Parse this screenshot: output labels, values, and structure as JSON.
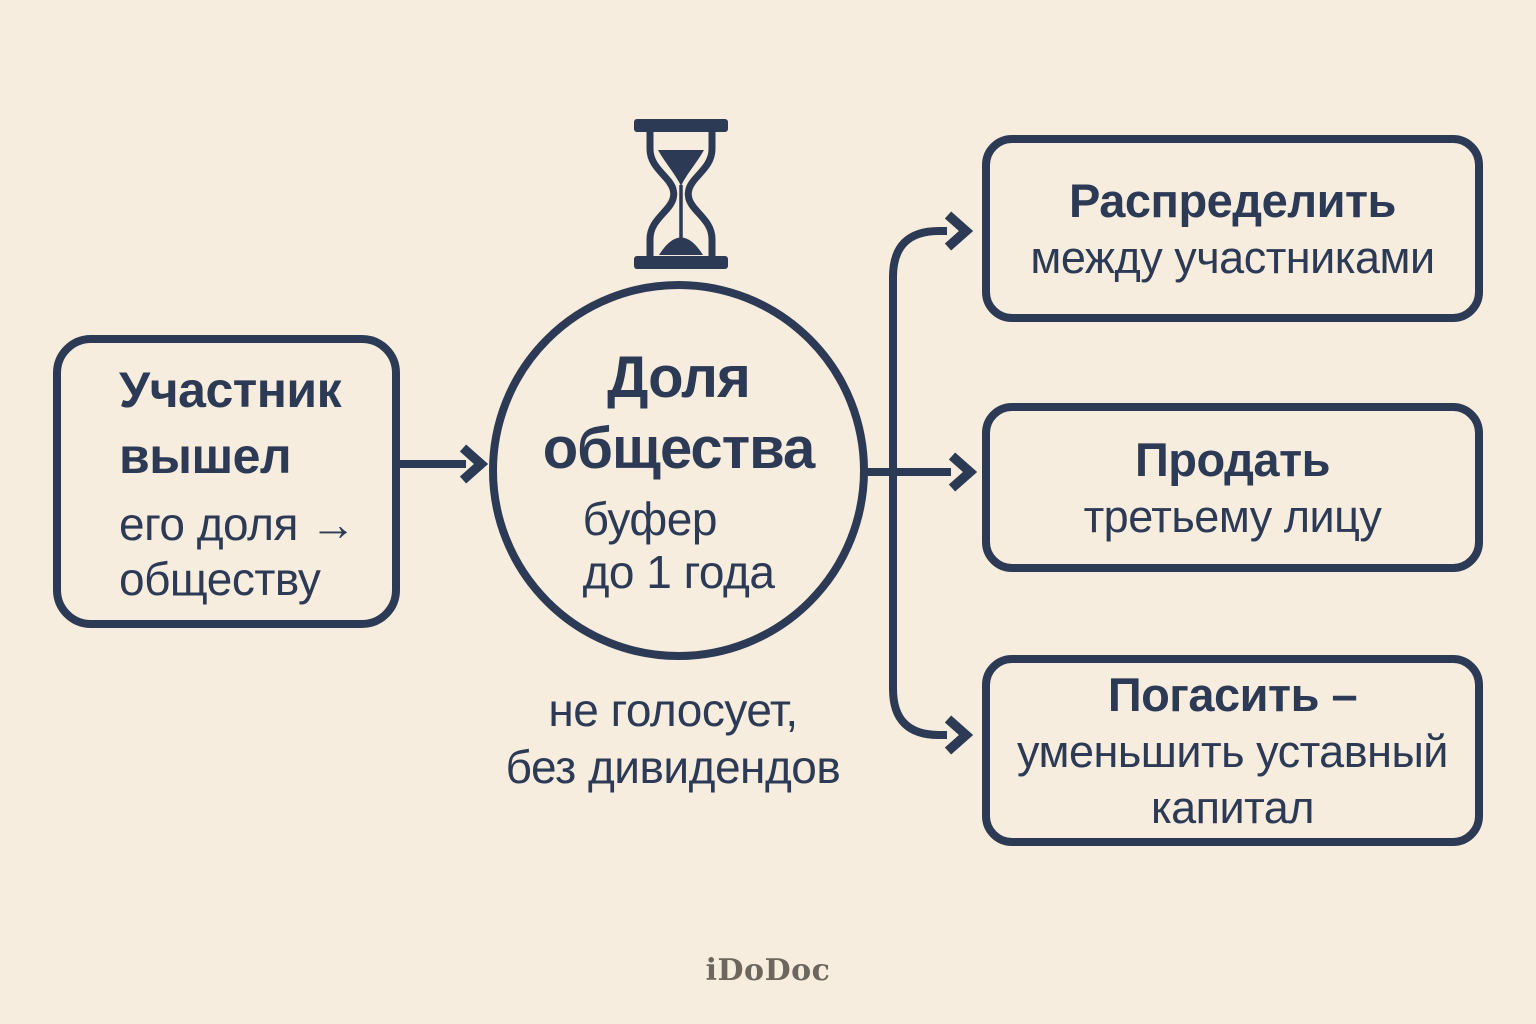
{
  "colors": {
    "background": "#f6edde",
    "ink": "#2c3a55",
    "logo_gray": "#6c665c"
  },
  "left_box": {
    "title_lines": [
      "Участник",
      "вышел"
    ],
    "subtitle_lines": [
      "его доля →",
      "обществу"
    ]
  },
  "circle": {
    "title_lines": [
      "Доля",
      "общества"
    ],
    "subtitle_lines": [
      "буфер",
      "до 1 года"
    ]
  },
  "note_lines": [
    "не голосует,",
    "без дивидендов"
  ],
  "options": [
    {
      "title": "Распределить",
      "subtitle_lines": [
        "между участниками",
        ""
      ]
    },
    {
      "title": "Продать",
      "subtitle_lines": [
        "третьему лицу",
        ""
      ]
    },
    {
      "title": "Погасить –",
      "subtitle_lines": [
        "уменьшить уставный",
        "капитал"
      ]
    }
  ],
  "icons": {
    "hourglass": "hourglass-icon"
  },
  "footer": {
    "logo_text": "iDoDoc"
  }
}
